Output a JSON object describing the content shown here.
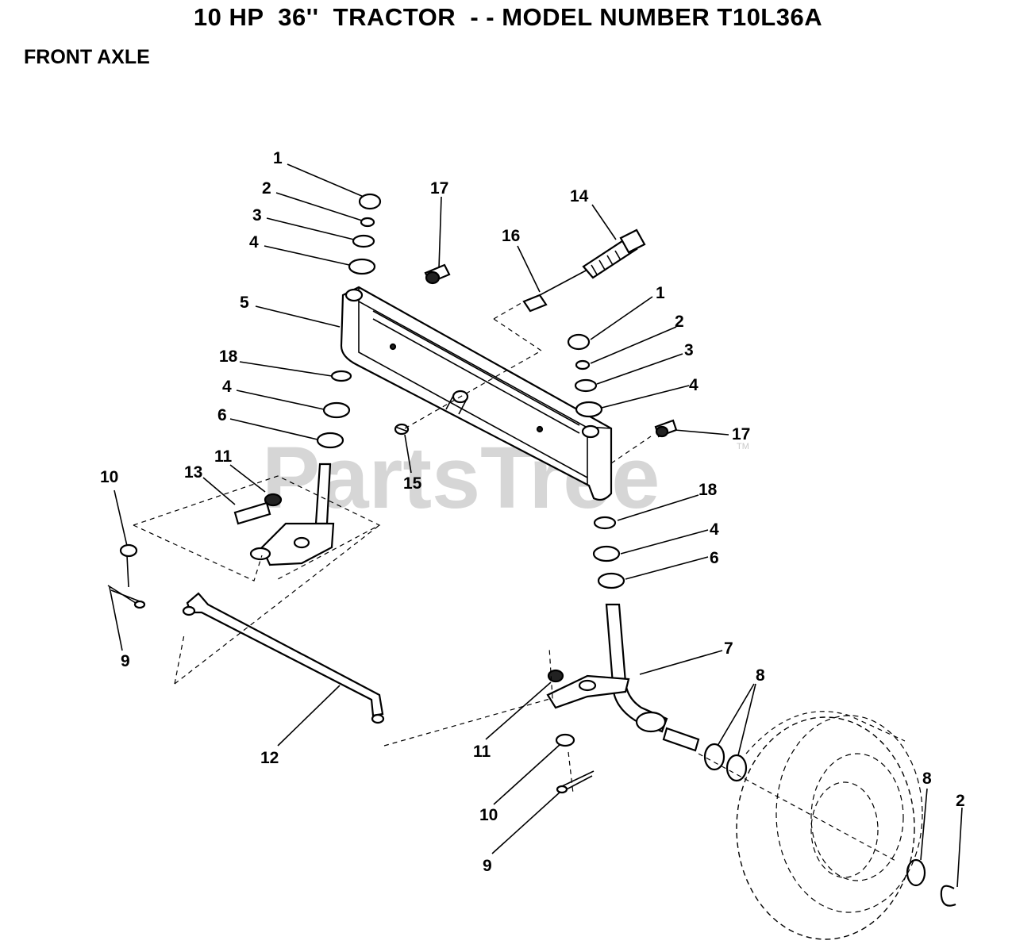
{
  "header": {
    "title": "10 HP  36''  TRACTOR  - - MODEL NUMBER T10L36A",
    "subtitle": "FRONT AXLE"
  },
  "watermark": {
    "text": "PartsTree",
    "mark": "TM"
  },
  "callouts": [
    {
      "id": "c1",
      "label": "1"
    },
    {
      "id": "c2",
      "label": "2"
    },
    {
      "id": "c3",
      "label": "3"
    },
    {
      "id": "c4",
      "label": "4"
    },
    {
      "id": "c17",
      "label": "17"
    },
    {
      "id": "c14",
      "label": "14"
    },
    {
      "id": "c16",
      "label": "16"
    },
    {
      "id": "c5",
      "label": "5"
    },
    {
      "id": "c1b",
      "label": "1"
    },
    {
      "id": "c2b",
      "label": "2"
    },
    {
      "id": "c3b",
      "label": "3"
    },
    {
      "id": "c4b",
      "label": "4"
    },
    {
      "id": "c18",
      "label": "18"
    },
    {
      "id": "c4c",
      "label": "4"
    },
    {
      "id": "c6",
      "label": "6"
    },
    {
      "id": "c17b",
      "label": "17"
    },
    {
      "id": "c11",
      "label": "11"
    },
    {
      "id": "c13",
      "label": "13"
    },
    {
      "id": "c10",
      "label": "10"
    },
    {
      "id": "c15",
      "label": "15"
    },
    {
      "id": "c18b",
      "label": "18"
    },
    {
      "id": "c4d",
      "label": "4"
    },
    {
      "id": "c6b",
      "label": "6"
    },
    {
      "id": "c9",
      "label": "9"
    },
    {
      "id": "c7",
      "label": "7"
    },
    {
      "id": "c8",
      "label": "8"
    },
    {
      "id": "c12",
      "label": "12"
    },
    {
      "id": "c11b",
      "label": "11"
    },
    {
      "id": "c10b",
      "label": "10"
    },
    {
      "id": "c8b",
      "label": "8"
    },
    {
      "id": "c2c",
      "label": "2"
    },
    {
      "id": "c9b",
      "label": "9"
    }
  ]
}
